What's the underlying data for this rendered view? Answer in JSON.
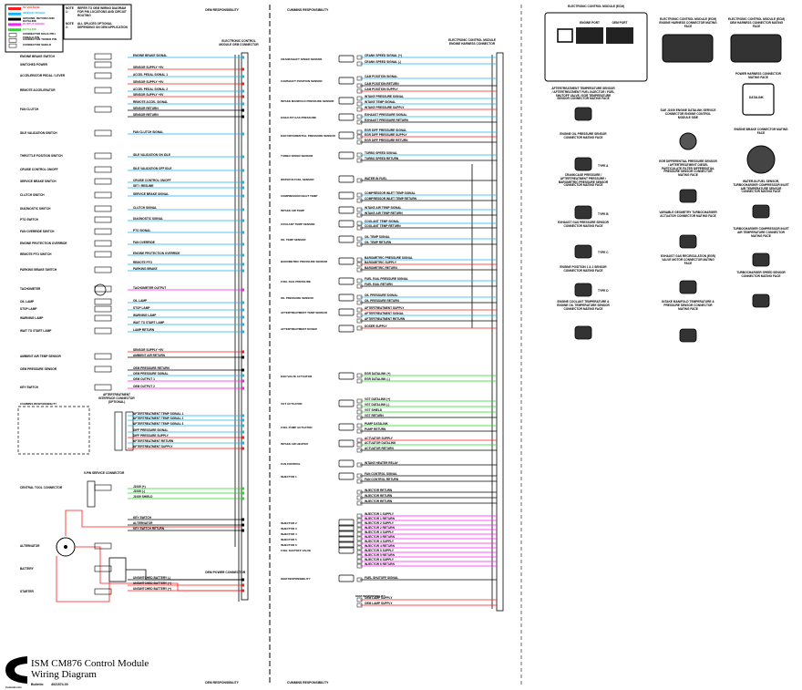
{
  "colors": {
    "red": "#ff1a1a",
    "blue": "#19b4f0",
    "black": "#000000",
    "magenta": "#ff1aff",
    "green": "#22dd22"
  },
  "title": {
    "line1": "ISM CM876 Control Module",
    "line2": "Wiring Diagram",
    "bulletin_label": "Bulletin:",
    "bulletin": "4021574-00",
    "logo_caption": "Cummins Inc."
  },
  "headers": {
    "oem": "OEM RESPONSIBILITY",
    "cummins": "CUMMINS RESPONSIBILITY"
  },
  "legend": [
    {
      "color": "red",
      "label": "5V VOLTAGE"
    },
    {
      "color": "blue",
      "label": "SENSOR SIGNAL"
    },
    {
      "color": "black",
      "label": "GROUND, RETURN AND DATALINK"
    },
    {
      "color": "magenta",
      "label": "OUTPUT SIGNAL"
    },
    {
      "color": "green",
      "label": "DATALINK"
    },
    {
      "label": "CONNECTOR MALE PIN / FEMALE PIN"
    },
    {
      "label": "CONNECTOR TOWER PIN"
    },
    {
      "label": "CONNECTOR SHIELD"
    }
  ],
  "notes": [
    {
      "id": "NOTE 1:",
      "text": "REFER TO OEM WIRING DIAGRAM FOR PIN LOCATIONS AND CIRCUIT ROUTING"
    },
    {
      "id": "NOTE 2:",
      "text": "ALL SPLICES OPTIONAL DEPENDING ON OEM APPLICATION"
    }
  ],
  "connectors": {
    "oem": "ELECTRONIC CONTROL MODULE OEM CONNECTOR",
    "engine": "ELECTRONIC CONTROL MODULE ENGINE HARNESS CONNECTOR",
    "aftertreatment": "AFTERTREATMENT INTERFACE CONNECTOR (OPTIONAL)",
    "service": "9-PIN SERVICE CONNECTOR",
    "power": "OEM POWER CONNECTOR",
    "at_resp": "CUMMINS RESPONSIBILITY",
    "oem_resp2": "OEM RESPONSIBILITY"
  },
  "left_components": [
    "ENGINE BRAKE SWITCH",
    "SWITCHED POWER",
    "ACCELERATOR PEDAL / LEVER",
    "REMOTE ACCELERATOR",
    "FAN CLUTCH",
    "IDLE VALIDATION SWITCH",
    "THROTTLE POSITION SWITCH",
    "CRUISE CONTROL ON/OFF",
    "SERVICE BRAKE SWITCH",
    "CLUTCH SWITCH",
    "DIAGNOSTIC SWITCH",
    "PTO SWITCH",
    "FAN OVERRIDE SWITCH",
    "ENGINE PROTECTION OVERRIDE",
    "REMOTE PTO SWITCH",
    "PARKING BRAKE SWITCH",
    "TACHOMETER",
    "OIL LAMP",
    "STOP LAMP",
    "WARNING LAMP",
    "WAIT TO START LAMP",
    "AMBIENT AIR TEMP SENSOR",
    "OEM PRESSURE SENSOR",
    "KEY SWITCH",
    "CENTRAL TOOL CONNECTOR",
    "ALTERNATOR",
    "BATTERY",
    "STARTER"
  ],
  "mid_components": [
    "CRANKSHAFT SPEED SENSOR",
    "CAMSHAFT POSITION SENSOR",
    "INTAKE MANIFOLD PRESSURE SENSOR",
    "EXHAUST GAS PRESSURE",
    "EGR DIFFERENTIAL PRESSURE SENSOR",
    "TURBO SPEED SENSOR",
    "WATER IN FUEL SENSOR",
    "COMPRESSOR INLET TEMP",
    "INTAKE AIR TEMP",
    "COOLANT TEMP SENSOR",
    "OIL TEMP SENSOR",
    "BAROMETRIC PRESSURE SENSOR",
    "FUEL RAIL PRESSURE",
    "OIL PRESSURE SENSOR",
    "AFTERTREATMENT TEMP SENSOR",
    "AFTERTREATMENT DOSER",
    "EGR VALVE ACTUATOR",
    "VGT ACTUATOR",
    "FUEL PUMP ACTUATOR",
    "INTAKE AIR HEATER",
    "FAN CONTROL",
    "INJECTOR 1",
    "INJECTOR 2",
    "INJECTOR 3",
    "INJECTOR 4",
    "INJECTOR 5",
    "INJECTOR 6",
    "FUEL SHUTOFF VALVE",
    "OEM RESPONSIBILITY"
  ],
  "left_wires": [
    {
      "c": "blue",
      "t": "ENGINE BRAKE SIGNAL"
    },
    {
      "c": "red",
      "t": "SENSOR SUPPLY +5V"
    },
    {
      "c": "blue",
      "t": "ACCEL PEDAL SIGNAL 1"
    },
    {
      "c": "red",
      "t": "SENSOR SUPPLY +5V"
    },
    {
      "c": "blue",
      "t": "ACCEL PEDAL SIGNAL 2"
    },
    {
      "c": "red",
      "t": "SENSOR SUPPLY +5V"
    },
    {
      "c": "blue",
      "t": "REMOTE ACCEL SIGNAL"
    },
    {
      "c": "black",
      "t": "SENSOR RETURN"
    },
    {
      "c": "black",
      "t": "SENSOR RETURN"
    },
    {
      "c": "blue",
      "t": "FAN CLUTCH SIGNAL"
    },
    {
      "c": "blue",
      "t": "IDLE VALIDATION ON IDLE"
    },
    {
      "c": "blue",
      "t": "IDLE VALIDATION OFF IDLE"
    },
    {
      "c": "blue",
      "t": "CRUISE CONTROL ON/OFF"
    },
    {
      "c": "blue",
      "t": "SET / RESUME"
    },
    {
      "c": "blue",
      "t": "SERVICE BRAKE SIGNAL"
    },
    {
      "c": "blue",
      "t": "CLUTCH SIGNAL"
    },
    {
      "c": "blue",
      "t": "DIAGNOSTIC SIGNAL"
    },
    {
      "c": "blue",
      "t": "PTO SIGNAL"
    },
    {
      "c": "blue",
      "t": "FAN OVERRIDE"
    },
    {
      "c": "blue",
      "t": "ENGINE PROTECTION OVERRIDE"
    },
    {
      "c": "blue",
      "t": "REMOTE PTO"
    },
    {
      "c": "blue",
      "t": "PARKING BRAKE"
    },
    {
      "c": "magenta",
      "t": "TACHOMETER OUTPUT"
    },
    {
      "c": "blue",
      "t": "OIL LAMP"
    },
    {
      "c": "blue",
      "t": "STOP LAMP"
    },
    {
      "c": "blue",
      "t": "WARNING LAMP"
    },
    {
      "c": "blue",
      "t": "WAIT TO START LAMP"
    },
    {
      "c": "blue",
      "t": "LAMP RETURN"
    },
    {
      "c": "red",
      "t": "SENSOR SUPPLY +5V"
    },
    {
      "c": "black",
      "t": "AMBIENT AIR RETURN"
    },
    {
      "c": "black",
      "t": "OEM PRESSURE RETURN"
    },
    {
      "c": "blue",
      "t": "OEM PRESSURE SIGNAL"
    },
    {
      "c": "magenta",
      "t": "OEM OUTPUT 1"
    },
    {
      "c": "magenta",
      "t": "OEM OUTPUT 2"
    },
    {
      "c": "blue",
      "t": "AFTERTREATMENT TEMP SIGNAL 1"
    },
    {
      "c": "blue",
      "t": "AFTERTREATMENT TEMP SIGNAL 2"
    },
    {
      "c": "blue",
      "t": "AFTERTREATMENT TEMP SIGNAL 3"
    },
    {
      "c": "blue",
      "t": "DIFF PRESSURE SIGNAL"
    },
    {
      "c": "red",
      "t": "DIFF PRESSURE SUPPLY"
    },
    {
      "c": "blue",
      "t": "AFTERTREATMENT RETURN"
    },
    {
      "c": "red",
      "t": "AFTERTREATMENT SUPPLY"
    },
    {
      "c": "green",
      "t": "J1939 (+)"
    },
    {
      "c": "green",
      "t": "J1939 (-)"
    },
    {
      "c": "green",
      "t": "J1939 SHIELD"
    },
    {
      "c": "black",
      "t": "KEY SWITCH"
    },
    {
      "c": "black",
      "t": "ALTERNATOR"
    },
    {
      "c": "black",
      "t": "KEY SWITCH RETURN"
    },
    {
      "c": "black",
      "t": "UNSWITCHED BATTERY (-)"
    },
    {
      "c": "red",
      "t": "UNSWITCHED BATTERY (+)"
    },
    {
      "c": "red",
      "t": "UNSWITCHED BATTERY (+)"
    }
  ],
  "mid_wires": [
    {
      "c": "blue",
      "t": "CRANK SPEED SIGNAL (+)"
    },
    {
      "c": "blue",
      "t": "CRANK SPEED SIGNAL (-)"
    },
    {
      "c": "blue",
      "t": "CAM POSITION SIGNAL"
    },
    {
      "c": "black",
      "t": "CAM POSITION RETURN"
    },
    {
      "c": "red",
      "t": "CAM POSITION SUPPLY"
    },
    {
      "c": "blue",
      "t": "INTAKE PRESSURE SIGNAL"
    },
    {
      "c": "blue",
      "t": "INTAKE TEMP SIGNAL"
    },
    {
      "c": "red",
      "t": "INTAKE PRESSURE SUPPLY"
    },
    {
      "c": "blue",
      "t": "EXHAUST PRESSURE SIGNAL"
    },
    {
      "c": "black",
      "t": "EXHAUST PRESSURE RETURN"
    },
    {
      "c": "blue",
      "t": "EGR DIFF PRESSURE SIGNAL"
    },
    {
      "c": "red",
      "t": "EGR DIFF PRESSURE SUPPLY"
    },
    {
      "c": "black",
      "t": "EGR DIFF PRESSURE RETURN"
    },
    {
      "c": "blue",
      "t": "TURBO SPEED SIGNAL"
    },
    {
      "c": "black",
      "t": "TURBO SPEED RETURN"
    },
    {
      "c": "black",
      "t": "WATER IN FUEL"
    },
    {
      "c": "blue",
      "t": "COMPRESSOR INLET TEMP SIGNAL"
    },
    {
      "c": "black",
      "t": "COMPRESSOR INLET TEMP RETURN"
    },
    {
      "c": "blue",
      "t": "INTAKE AIR TEMP SIGNAL"
    },
    {
      "c": "black",
      "t": "INTAKE AIR TEMP RETURN"
    },
    {
      "c": "blue",
      "t": "COOLANT TEMP SIGNAL"
    },
    {
      "c": "black",
      "t": "COOLANT TEMP RETURN"
    },
    {
      "c": "blue",
      "t": "OIL TEMP SIGNAL"
    },
    {
      "c": "black",
      "t": "OIL TEMP RETURN"
    },
    {
      "c": "blue",
      "t": "BAROMETRIC PRESSURE SIGNAL"
    },
    {
      "c": "red",
      "t": "BAROMETRIC SUPPLY"
    },
    {
      "c": "black",
      "t": "BAROMETRIC RETURN"
    },
    {
      "c": "blue",
      "t": "FUEL RAIL PRESSURE SIGNAL"
    },
    {
      "c": "black",
      "t": "FUEL RAIL RETURN"
    },
    {
      "c": "blue",
      "t": "OIL PRESSURE SIGNAL"
    },
    {
      "c": "black",
      "t": "OIL PRESSURE RETURN"
    },
    {
      "c": "red",
      "t": "AFTERTREATMENT SUPPLY"
    },
    {
      "c": "blue",
      "t": "AFTERTREATMENT SIGNAL"
    },
    {
      "c": "black",
      "t": "AFTERTREATMENT RETURN"
    },
    {
      "c": "red",
      "t": "DOSER SUPPLY"
    },
    {
      "c": "green",
      "t": "EGR DATALINK (+)"
    },
    {
      "c": "green",
      "t": "EGR DATALINK (-)"
    },
    {
      "c": "green",
      "t": "VGT DATALINK (+)"
    },
    {
      "c": "green",
      "t": "VGT DATALINK (-)"
    },
    {
      "c": "green",
      "t": "VGT SHIELD"
    },
    {
      "c": "black",
      "t": "VGT RETURN"
    },
    {
      "c": "green",
      "t": "PUMP DATALINK"
    },
    {
      "c": "black",
      "t": "PUMP RETURN"
    },
    {
      "c": "red",
      "t": "ACTUATOR SUPPLY"
    },
    {
      "c": "green",
      "t": "ACTUATOR DATALINK"
    },
    {
      "c": "black",
      "t": "ACTUATOR RETURN"
    },
    {
      "c": "black",
      "t": "INTAKE HEATER RELAY"
    },
    {
      "c": "black",
      "t": "FAN CONTROL SIGNAL"
    },
    {
      "c": "black",
      "t": "FAN CONTROL RETURN"
    },
    {
      "c": "black",
      "t": "INJECTOR RETURN"
    },
    {
      "c": "black",
      "t": "INJECTOR RETURN"
    },
    {
      "c": "black",
      "t": "INJECTOR RETURN"
    },
    {
      "c": "magenta",
      "t": "INJECTOR 1 SUPPLY"
    },
    {
      "c": "magenta",
      "t": "INJECTOR 1 RETURN"
    },
    {
      "c": "magenta",
      "t": "INJECTOR 2 SUPPLY"
    },
    {
      "c": "magenta",
      "t": "INJECTOR 2 RETURN"
    },
    {
      "c": "magenta",
      "t": "INJECTOR 3 SUPPLY"
    },
    {
      "c": "magenta",
      "t": "INJECTOR 3 RETURN"
    },
    {
      "c": "magenta",
      "t": "INJECTOR 4 SUPPLY"
    },
    {
      "c": "magenta",
      "t": "INJECTOR 4 RETURN"
    },
    {
      "c": "magenta",
      "t": "INJECTOR 5 SUPPLY"
    },
    {
      "c": "magenta",
      "t": "INJECTOR 5 RETURN"
    },
    {
      "c": "magenta",
      "t": "INJECTOR 6 SUPPLY"
    },
    {
      "c": "magenta",
      "t": "INJECTOR 6 RETURN"
    },
    {
      "c": "black",
      "t": "FUEL SHUTOFF SIGNAL"
    },
    {
      "c": "red",
      "t": "OEM LAMP SUPPLY"
    },
    {
      "c": "red",
      "t": "OEM LAMP SUPPLY"
    }
  ],
  "right_panel": [
    "ELECTRONIC CONTROL MODULE (ECM)",
    "ENGINE PORT",
    "OEM PORT",
    "ELECTRONIC CONTROL MODULE (ECM) ENGINE HARNESS CONNECTOR MATING FACE",
    "ELECTRONIC CONTROL MODULE (ECM) OEM HARNESS CONNECTOR MATING FACE",
    "POWER HARNESS CONNECTOR MATING FACE",
    "AFTERTREATMENT TEMPERATURE SENSOR / AFTERTREATMENT FUEL INJECTOR / FUEL SHUTOFF VALVE / EGR TEMPERATURE SENSOR CONNECTOR MATING FACE",
    "SAE J1939 ENGINE DATALINK SERVICE CONNECTOR ENGINE CONTROL MODULE SIDE",
    "ENGINE BRAKE CONNECTOR MATING FACE",
    "ENGINE OIL PRESSURE SENSOR CONNECTOR MATING FACE",
    "EGR DIFFERENTIAL PRESSURE SENSOR / AFTERTREATMENT DIESEL PARTICULATE FILTER DIFFERENTIAL PRESSURE SENSOR CONNECTOR MATING FACE",
    "WATER-IN-FUEL SENSOR, TURBOCHARGER COMPRESSOR INLET AIR TEMPERATURE SENSOR CONNECTOR MATING FACE",
    "CRANKCASE PRESSURE / AFTERTREATMENT PRESSURE / BAROMETRIC PRESSURE SENSOR CONNECTOR MATING FACE",
    "VARIABLE GEOMETRY TURBOCHARGER ACTUATOR CONNECTOR MATING FACE",
    "TURBOCHARGER COMPRESSOR INLET AIR TEMPERATURE CONNECTOR MATING FACE",
    "EXHAUST GAS PRESSURE SENSOR CONNECTOR MATING FACE",
    "EXHAUST GAS RECIRCULATION (EGR) VALVE MOTOR CONNECTOR MATING FACE",
    "TURBOCHARGER SPEED SENSOR CONNECTOR MATING FACE",
    "ENGINE POSITION 1 & 2 SENSOR CONNECTOR MATING FACE",
    "ENGINE COOLANT TEMPERATURE & ENGINE OIL TEMPERATURE SENSOR CONNECTOR MATING FACE",
    "INTAKE MANIFOLD TEMPERATURE & PRESSURE SENSOR CONNECTOR MATING FACE",
    "TYPE A",
    "TYPE B",
    "TYPE C",
    "TYPE D",
    "DATALINK"
  ]
}
